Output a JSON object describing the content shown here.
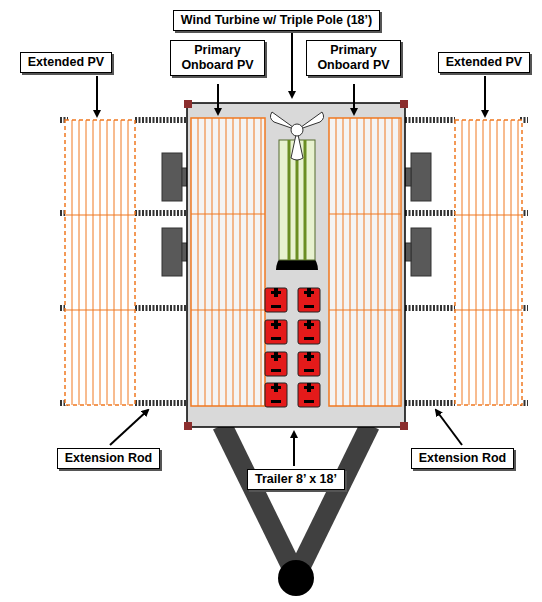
{
  "diagram": {
    "nodes": [
      {
        "text": [
          "Wind Turbine w/ Triple Pole (18’)"
        ]
      },
      {
        "text": [
          "Primary Onboard PV"
        ]
      },
      {
        "text": [
          "Primary Onboard PV"
        ]
      },
      {
        "text": [
          "Extended PV"
        ]
      },
      {
        "text": [
          "Extended PV"
        ]
      },
      {
        "text": [
          "Extension Rod"
        ]
      },
      {
        "text": [
          "Trailer 8’ x 18’"
        ]
      },
      {
        "text": [
          "Extension Rod"
        ]
      }
    ]
  }
}
